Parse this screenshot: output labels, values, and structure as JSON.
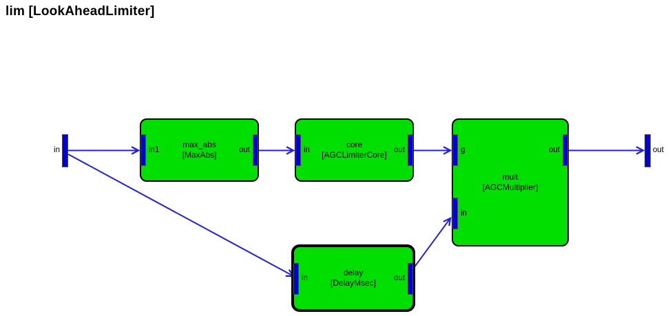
{
  "title": "lim [LookAheadLimiter]",
  "colors": {
    "background": "#ffffff",
    "block_fill": "#00df00",
    "block_border": "#000000",
    "port_fill": "#0000dd",
    "wire": "#2222dd",
    "text": "#000000"
  },
  "external_ports": {
    "input": {
      "label": "in"
    },
    "output": {
      "label": "out"
    }
  },
  "blocks": {
    "max_abs": {
      "name": "max_abs",
      "type": "[MaxAbs]",
      "ports": {
        "in1": "in1",
        "out": "out"
      }
    },
    "core": {
      "name": "core",
      "type": "[AGCLimiterCore]",
      "ports": {
        "in": "in",
        "out": "out"
      }
    },
    "mult": {
      "name": "mult",
      "type": "[AGCMultiplier]",
      "ports": {
        "g": "g",
        "in": "in",
        "out": "out"
      }
    },
    "delay": {
      "name": "delay",
      "type": "[DelayMsec]",
      "selected": true,
      "ports": {
        "in": "in",
        "out": "out"
      }
    }
  },
  "connections": [
    {
      "from": "in",
      "to": "max_abs.in1"
    },
    {
      "from": "max_abs.out",
      "to": "core.in"
    },
    {
      "from": "core.out",
      "to": "mult.g"
    },
    {
      "from": "mult.out",
      "to": "out"
    },
    {
      "from": "in",
      "to": "delay.in"
    },
    {
      "from": "delay.out",
      "to": "mult.in"
    }
  ]
}
